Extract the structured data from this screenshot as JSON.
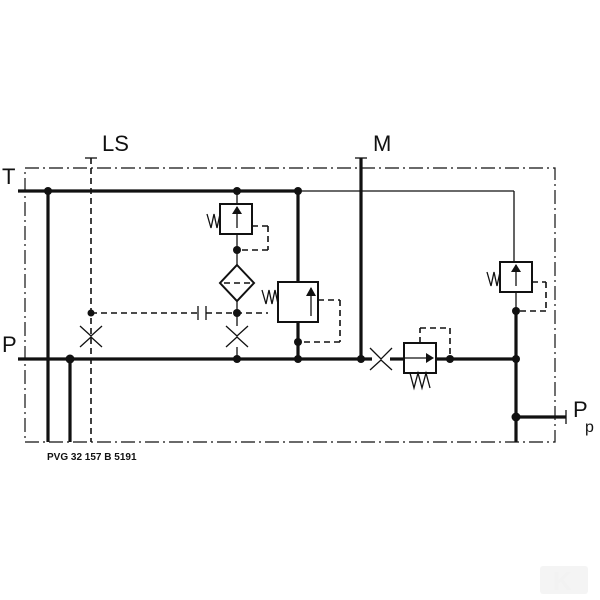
{
  "ports": {
    "t": "T",
    "ls": "LS",
    "m": "M",
    "p": "P",
    "pp_main": "P",
    "pp_sub": "p"
  },
  "code": "PVG 32 157 B 5191",
  "logo_text": "K"
}
